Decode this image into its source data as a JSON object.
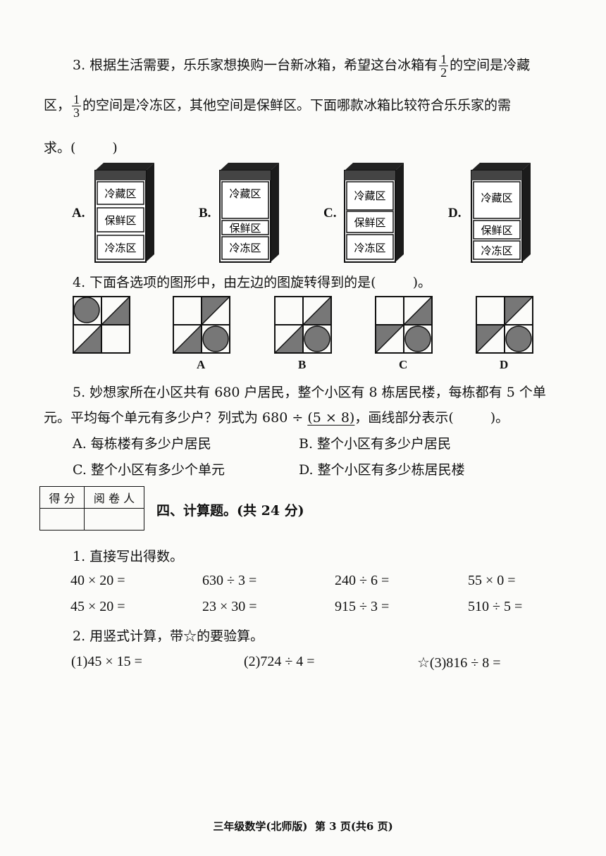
{
  "q3": {
    "p1": "3. 根据生活需要，乐乐家想换购一台新冰箱，希望这台冰箱有",
    "f1_num": "1",
    "f1_den": "2",
    "p2": "的空间是冷藏",
    "p3": "区，",
    "f2_num": "1",
    "f2_den": "3",
    "p4": "的空间是冷冻区，其他空间是保鲜区。下面哪款冰箱比较符合乐乐家的需",
    "p5": "求。(",
    "p6": ")",
    "options": [
      {
        "label": "A.",
        "top": "冷藏区",
        "mid": "保鲜区",
        "bottom": "冷冻区"
      },
      {
        "label": "B.",
        "top": "冷藏区",
        "mid": "保鲜区",
        "bottom": "冷冻区"
      },
      {
        "label": "C.",
        "top": "冷藏区",
        "mid": "保鲜区",
        "bottom": "冷冻区"
      },
      {
        "label": "D.",
        "top": "冷藏区",
        "mid": "保鲜区",
        "bottom": "冷冻区"
      }
    ]
  },
  "q4": {
    "text": "4. 下面各选项的图形中，由左边的图旋转得到的是(",
    "close": ")。",
    "labels": [
      "A",
      "B",
      "C",
      "D"
    ]
  },
  "q5": {
    "line1": "5. 妙想家所在小区共有 680 户居民，整个小区有 8 栋居民楼，每栋都有 5 个单",
    "line2a": "元。平均每个单元有多少户？列式为 680 ÷ ",
    "line2b": "(5 × 8)",
    "line2c": "，画线部分表示(",
    "line2d": ")。",
    "optA": "A. 每栋楼有多少户居民",
    "optB": "B. 整个小区有多少户居民",
    "optC": "C. 整个小区有多少个单元",
    "optD": "D. 整个小区有多少栋居民楼"
  },
  "section4": {
    "score_label": "得 分",
    "reviewer_label": "阅 卷 人",
    "title": "四、计算题。(共 24 分)"
  },
  "calc": {
    "q1": "1. 直接写出得数。",
    "row1": [
      "40 × 20 =",
      "630 ÷ 3 =",
      "240 ÷ 6 =",
      "55 × 0 ="
    ],
    "row2": [
      "45 × 20 =",
      "23 × 30 =",
      "915 ÷ 3 =",
      "510 ÷ 5 ="
    ],
    "q2": "2. 用竖式计算，带☆的要验算。",
    "items": [
      "(1)45 × 15 =",
      "(2)724 ÷ 4 =",
      "☆(3)816 ÷ 8 ="
    ]
  },
  "footer": "三年级数学(北师版)  第 3 页(共6 页)"
}
